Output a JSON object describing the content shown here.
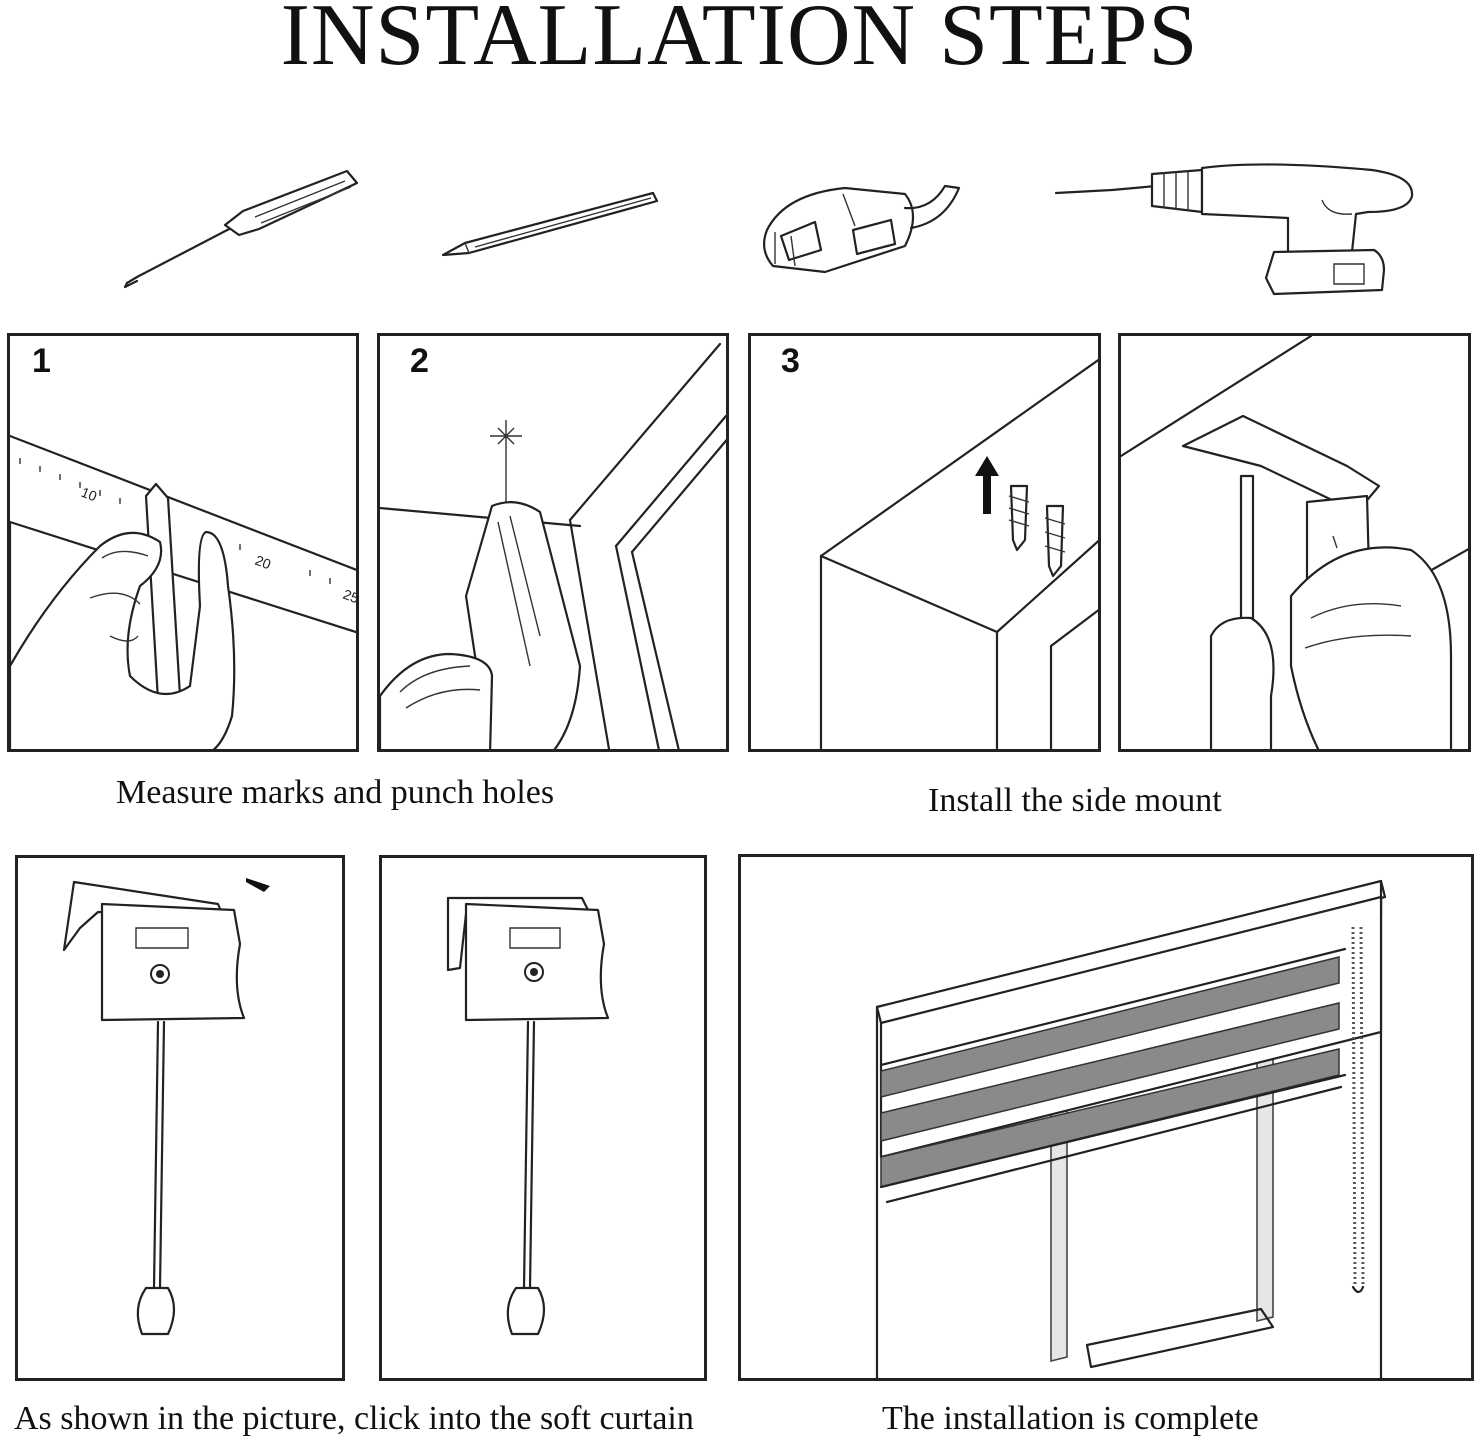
{
  "title": "INSTALLATION STEPS",
  "tools": [
    {
      "icon": "screwdriver-icon"
    },
    {
      "icon": "pencil-icon"
    },
    {
      "icon": "tape-measure-icon"
    },
    {
      "icon": "power-drill-icon"
    }
  ],
  "steps": [
    {
      "number": "1",
      "ruler_ticks": [
        "10",
        "20",
        "25"
      ]
    },
    {
      "number": "2"
    },
    {
      "number": "3"
    }
  ],
  "captions": {
    "measure": "Measure marks and punch holes",
    "side_mount": "Install the side mount",
    "click_in": "As shown in the picture, click into the soft curtain",
    "complete": "The installation is complete"
  }
}
